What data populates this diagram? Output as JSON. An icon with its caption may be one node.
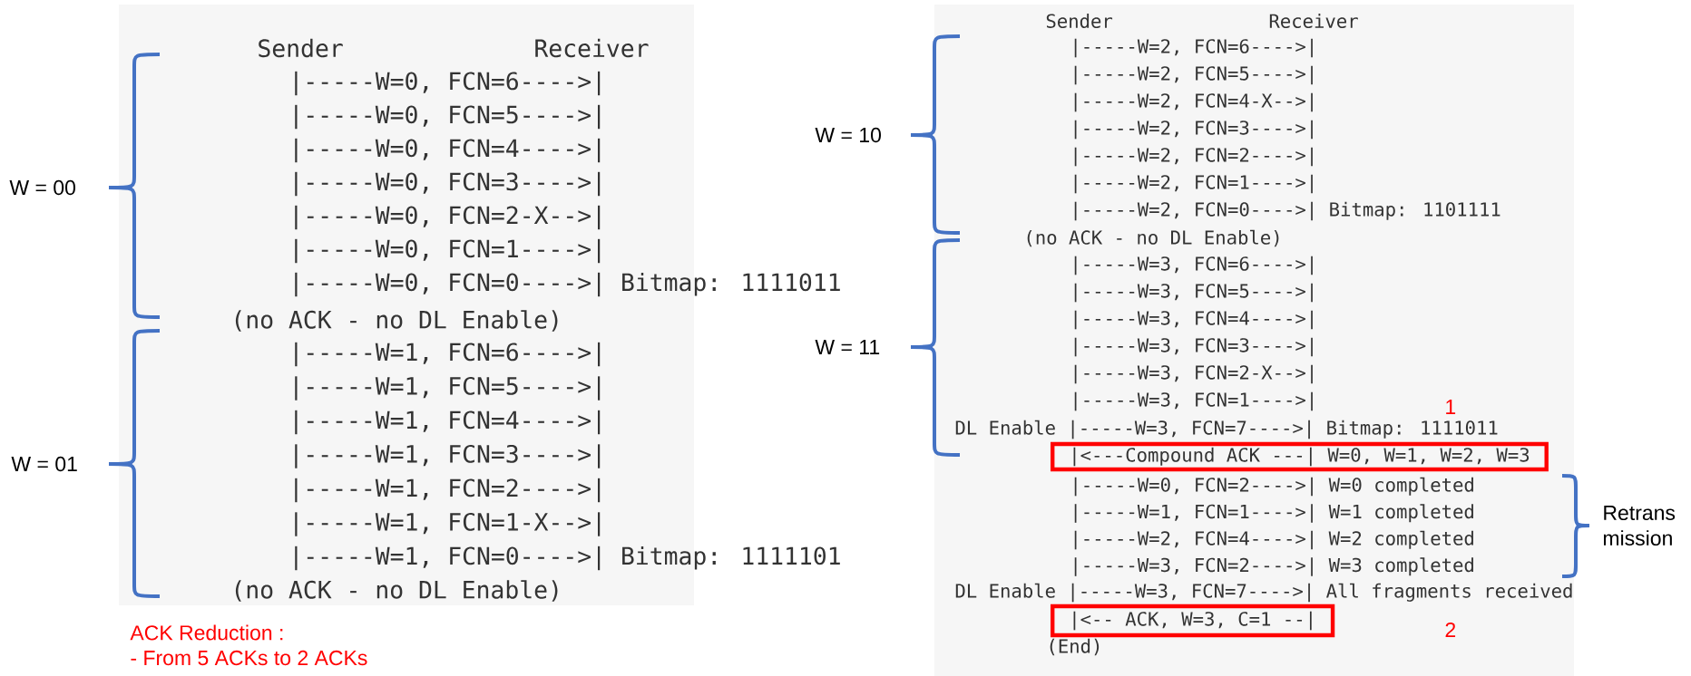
{
  "diagram": {
    "nodes": [
      {
        "text": [
          "Sender",
          "Receiver",
          "|-----W=0, FCN=6---->|",
          "|-----W=0, FCN=5---->|",
          "|-----W=0, FCN=4---->|",
          "|-----W=0, FCN=3---->|",
          "|-----W=0, FCN=2-X-->|",
          "|-----W=0, FCN=1---->|",
          "|-----W=0, FCN=0---->| Bitmap: 1111011",
          "(no ACK - no DL Enable)",
          "|-----W=1, FCN=6---->|",
          "|-----W=1, FCN=5---->|",
          "|-----W=1, FCN=4---->|",
          "|-----W=1, FCN=3---->|",
          "|-----W=1, FCN=2---->|",
          "|-----W=1, FCN=1-X-->|",
          "|-----W=1, FCN=0---->| Bitmap: 1111101",
          "(no ACK - no DL Enable)"
        ]
      },
      {
        "text": [
          "Sender",
          "Receiver",
          "|-----W=2, FCN=6---->|",
          "|-----W=2, FCN=5---->|",
          "|-----W=2, FCN=4-X-->|",
          "|-----W=2, FCN=3---->|",
          "|-----W=2, FCN=2---->|",
          "|-----W=2, FCN=1---->|",
          "|-----W=2, FCN=0---->| Bitmap: 1101111",
          "(no ACK - no DL Enable)",
          "|-----W=3, FCN=6---->|",
          "|-----W=3, FCN=5---->|",
          "|-----W=3, FCN=4---->|",
          "|-----W=3, FCN=3---->|",
          "|-----W=3, FCN=2-X-->|",
          "|-----W=3, FCN=1---->|",
          "DL Enable |-----W=3, FCN=7---->| Bitmap: 1111011",
          "|-----W=0, FCN=2---->| W=0 completed",
          "|-----W=1, FCN=1---->| W=1 completed",
          "|-----W=2, FCN=4---->| W=2 completed",
          "|-----W=3, FCN=2---->| W=3 completed",
          "DL Enable |-----W=3, FCN=7---->| All fragments received",
          "(End)"
        ]
      },
      {
        "text": [
          "|<---Compound ACK ---| W=0, W=1, W=2, W=3"
        ],
        "beside": [
          "1"
        ],
        "in": 1
      },
      {
        "text": [
          "|<-- ACK, W=3, C=1 --|"
        ],
        "in": 1
      }
    ],
    "labels": [
      "W = 00",
      "W = 01",
      "W = 10",
      "W = 11",
      "Retrans mission",
      "2",
      "ACK Reduction :",
      "- From 5 ACKs to 2 ACKs"
    ]
  }
}
